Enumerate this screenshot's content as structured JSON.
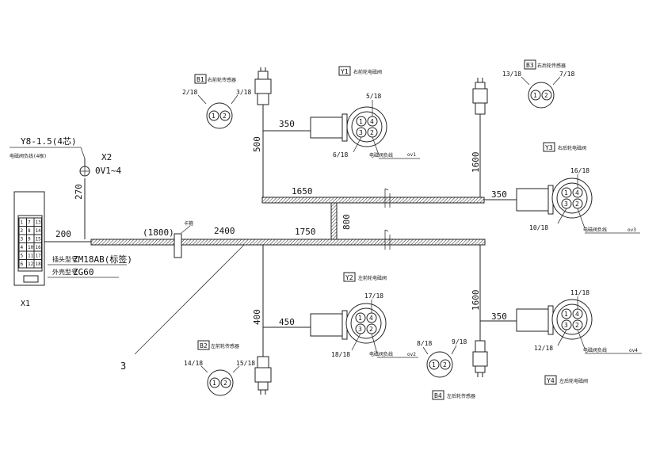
{
  "dimensions": {
    "d200": "200",
    "d270": "270",
    "d1800": "(1800)",
    "d2400": "2400",
    "d1750": "1750",
    "d1650": "1650",
    "d800": "800",
    "d500": "500",
    "d350_top": "350",
    "d350_y3": "350",
    "d350_y4": "350",
    "d1600_top": "1600",
    "d1600_bottom": "1600",
    "d400": "400",
    "d450": "450"
  },
  "left_device": {
    "label": "X1",
    "cells": [
      "1",
      "7",
      "13",
      "2",
      "8",
      "14",
      "3",
      "9",
      "15",
      "4",
      "10",
      "16",
      "5",
      "11",
      "17",
      "6",
      "12",
      "18"
    ]
  },
  "x2": {
    "spec": "Y8-1.5(4芯)",
    "note": "电磁阀负线(4根)",
    "name": "X2",
    "range": "0V1~4"
  },
  "cable_notes": {
    "line1_cn": "插头型号",
    "line1_model": "ZM18AB(标签)",
    "line2_cn": "外壳型号",
    "line2_model": "ZG60"
  },
  "clamp_label": "卡箍",
  "leader_label": "3",
  "sensors": {
    "b1": {
      "tag": "B1",
      "title": "右前轮传感器",
      "left": "2/18",
      "right": "3/18"
    },
    "b2": {
      "tag": "B2",
      "title": "左前轮传感器",
      "left": "14/18",
      "right": "15/18"
    },
    "b3": {
      "tag": "B3",
      "title": "右后轮传感器",
      "left": "13/18",
      "right": "7/18"
    },
    "b4": {
      "tag": "B4",
      "title": "左后轮传感器",
      "left": "8/18",
      "right": "9/18"
    }
  },
  "valves": {
    "y1": {
      "tag": "Y1",
      "title": "右前轮电磁阀",
      "pin_top": "5/18",
      "pin_bottom": "6/18",
      "note": "电磁阀负线",
      "code": "ov1"
    },
    "y2": {
      "tag": "Y2",
      "title": "左前轮电磁阀",
      "pin_top": "17/18",
      "pin_bottom": "18/18",
      "note": "电磁阀负线",
      "code": "ov2"
    },
    "y3": {
      "tag": "Y3",
      "title": "右后轮电磁阀",
      "pin_top": "16/18",
      "pin_bottom": "10/18",
      "note": "电磁阀负线",
      "code": "ov3"
    },
    "y4": {
      "tag": "Y4",
      "title": "左后轮电磁阀",
      "pin_top": "11/18",
      "pin_bottom": "12/18",
      "note": "电磁阀负线",
      "code": "ov4"
    }
  }
}
